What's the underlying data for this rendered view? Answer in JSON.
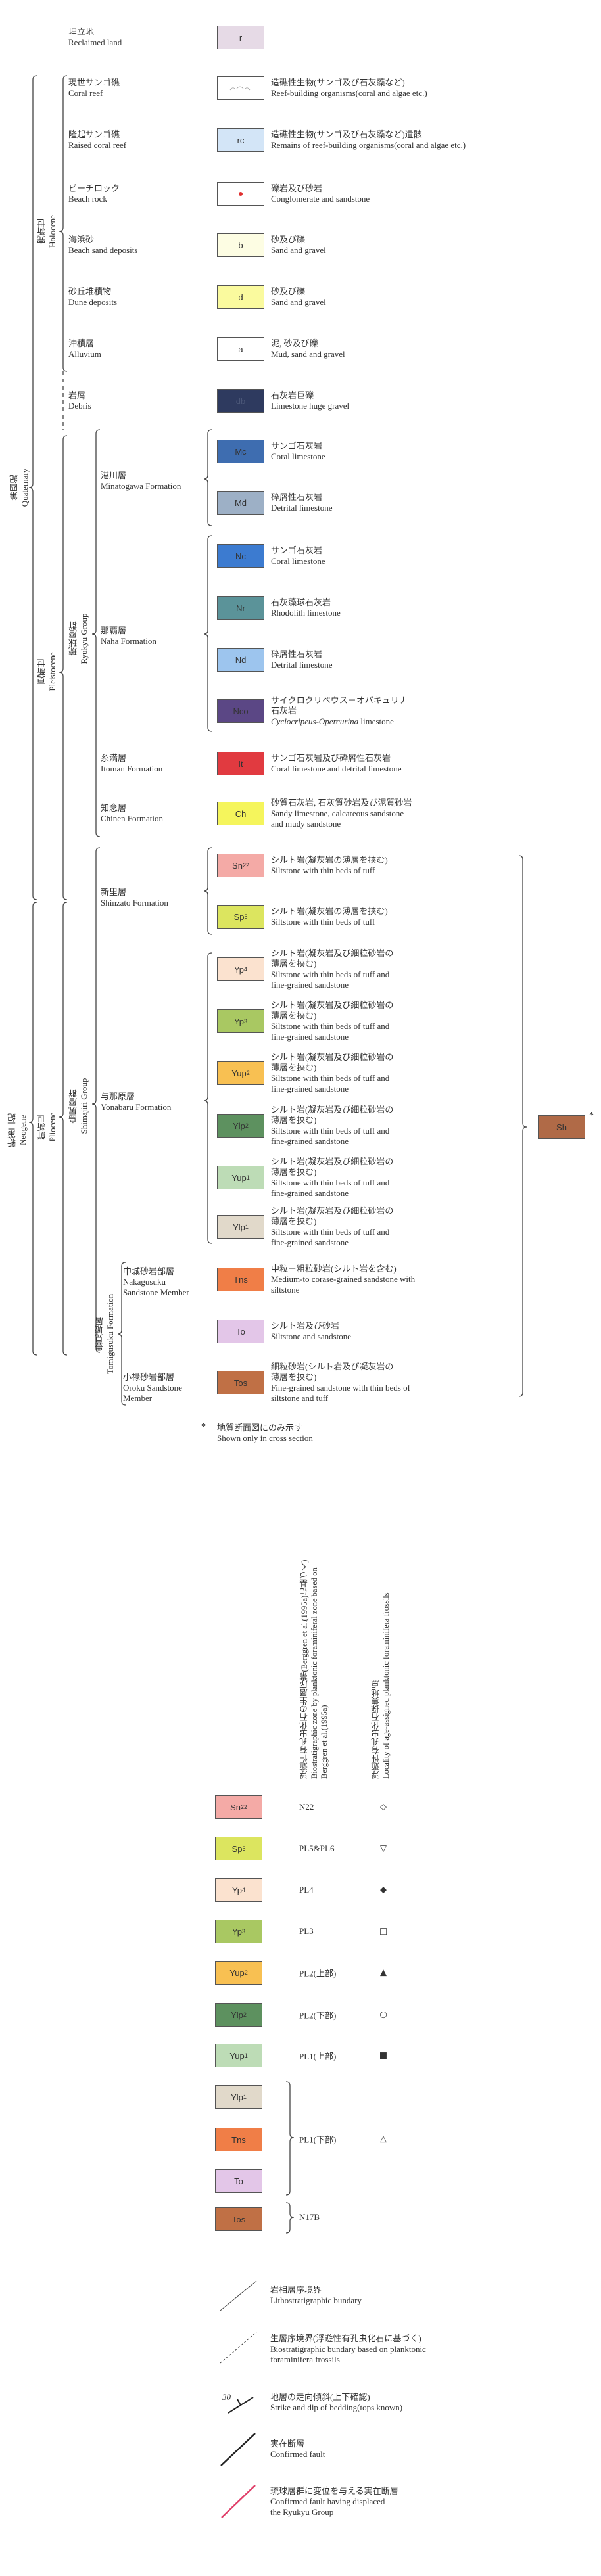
{
  "units": [
    {
      "code": "r",
      "sub": "",
      "color": "#e6dae6",
      "name": {
        "jp": "埋立地",
        "en": "Reclaimed land"
      },
      "desc": null
    },
    {
      "code": "",
      "sub": "",
      "color": "#ffffff",
      "icon": "coral-reef-symbol",
      "name": {
        "jp": "現世サンゴ礁",
        "en": "Coral reef"
      },
      "desc": {
        "jp": [
          "造礁性生物(サンゴ及び石灰藻など)"
        ],
        "en": [
          "Reef-building organisms(coral and algae etc.)"
        ]
      }
    },
    {
      "code": "rc",
      "sub": "",
      "color": "#d3e5f7",
      "name": {
        "jp": "隆起サンゴ礁",
        "en": "Raised coral reef"
      },
      "desc": {
        "jp": [
          "造礁性生物(サンゴ及び石灰藻など)遺骸"
        ],
        "en": [
          "Remains of reef-building organisms(coral and algae etc.)"
        ]
      }
    },
    {
      "code": "",
      "sub": "",
      "color": "#ffffff",
      "icon": "red-dot-symbol",
      "name": {
        "jp": "ビーチロック",
        "en": "Beach rock"
      },
      "desc": {
        "jp": [
          "礫岩及び砂岩"
        ],
        "en": [
          "Conglomerate and sandstone"
        ]
      }
    },
    {
      "code": "b",
      "sub": "",
      "color": "#fdfde3",
      "name": {
        "jp": "海浜砂",
        "en": "Beach sand deposits"
      },
      "desc": {
        "jp": [
          "砂及び礫"
        ],
        "en": [
          "Sand and gravel"
        ]
      }
    },
    {
      "code": "d",
      "sub": "",
      "color": "#fafa9e",
      "name": {
        "jp": "砂丘堆積物",
        "en": "Dune deposits"
      },
      "desc": {
        "jp": [
          "砂及び礫"
        ],
        "en": [
          "Sand and gravel"
        ]
      }
    },
    {
      "code": "a",
      "sub": "",
      "color": "#ffffff",
      "name": {
        "jp": "沖積層",
        "en": "Alluvium"
      },
      "desc": {
        "jp": [
          "泥, 砂及び礫"
        ],
        "en": [
          "Mud, sand and gravel"
        ]
      }
    },
    {
      "code": "db",
      "sub": "",
      "color": "#2e3a5f",
      "name": {
        "jp": "岩屑",
        "en": "Debris"
      },
      "desc": {
        "jp": [
          "石灰岩巨礫"
        ],
        "en": [
          "Limestone huge gravel"
        ]
      }
    },
    {
      "code": "Mc",
      "sub": "",
      "color": "#3e6db0",
      "desc": {
        "jp": [
          "サンゴ石灰岩"
        ],
        "en": [
          "Coral limestone"
        ]
      }
    },
    {
      "code": "Md",
      "sub": "",
      "color": "#9db0c6",
      "desc": {
        "jp": [
          "砕屑性石灰岩"
        ],
        "en": [
          "Detrital limestone"
        ]
      }
    },
    {
      "code": "Nc",
      "sub": "",
      "color": "#3c7bd0",
      "desc": {
        "jp": [
          "サンゴ石灰岩"
        ],
        "en": [
          "Coral limestone"
        ]
      }
    },
    {
      "code": "Nr",
      "sub": "",
      "color": "#5b9399",
      "desc": {
        "jp": [
          "石灰藻球石灰岩"
        ],
        "en": [
          "Rhodolith limestone"
        ]
      }
    },
    {
      "code": "Nd",
      "sub": "",
      "color": "#9dc5ee",
      "desc": {
        "jp": [
          "砕屑性石灰岩"
        ],
        "en": [
          "Detrital limestone"
        ]
      }
    },
    {
      "code": "Nco",
      "sub": "",
      "color": "#5b4785",
      "desc": {
        "jp": [
          "サイクロクリペウス－オパキュリナ",
          "石灰岩"
        ],
        "en_italic": "Cyclocripeus-Opercurina",
        "en": [
          " limestone"
        ]
      }
    },
    {
      "code": "It",
      "sub": "",
      "color": "#e13a40",
      "desc": {
        "jp": [
          "サンゴ石灰岩及び砕屑性石灰岩"
        ],
        "en": [
          "Coral limestone and detrital limestone"
        ]
      }
    },
    {
      "code": "Ch",
      "sub": "",
      "color": "#f5f55c",
      "desc": {
        "jp": [
          "砂質石灰岩, 石灰質砂岩及び泥質砂岩"
        ],
        "en": [
          "Sandy limestone, calcareous sandstone",
          "and mudy sandstone"
        ]
      }
    },
    {
      "code": "Sn",
      "sub": "22",
      "color": "#f4aaa6",
      "desc": {
        "jp": [
          "シルト岩(凝灰岩の薄層を挟む)"
        ],
        "en": [
          "Siltstone with thin beds of tuff"
        ]
      }
    },
    {
      "code": "Sp",
      "sub": "5",
      "color": "#dce55f",
      "desc": {
        "jp": [
          "シルト岩(凝灰岩の薄層を挟む)"
        ],
        "en": [
          "Siltstone with thin beds of tuff"
        ]
      }
    },
    {
      "code": "Yp",
      "sub": "4",
      "color": "#fbe2cf",
      "desc": {
        "jp": [
          "シルト岩(凝灰岩及び細粒砂岩の",
          "薄層を挟む)"
        ],
        "en": [
          "Siltstone with thin beds of tuff and",
          "fine-grained sandstone"
        ]
      }
    },
    {
      "code": "Yp",
      "sub": "3",
      "color": "#a9c862",
      "desc": {
        "jp": [
          "シルト岩(凝灰岩及び細粒砂岩の",
          "薄層を挟む)"
        ],
        "en": [
          "Siltstone with thin beds of tuff and",
          "fine-grained sandstone"
        ]
      }
    },
    {
      "code": "Yup",
      "sub": "2",
      "color": "#f8c052",
      "desc": {
        "jp": [
          "シルト岩(凝灰岩及び細粒砂岩の",
          "薄層を挟む)"
        ],
        "en": [
          "Siltstone with thin beds of tuff and",
          "fine-grained sandstone"
        ]
      }
    },
    {
      "code": "Ylp",
      "sub": "2",
      "color": "#5d915f",
      "desc": {
        "jp": [
          "シルト岩(凝灰岩及び細粒砂岩の",
          "薄層を挟む)"
        ],
        "en": [
          "Siltstone with thin beds of tuff and",
          "fine-grained sandstone"
        ]
      }
    },
    {
      "code": "Yup",
      "sub": "1",
      "color": "#bddcb6",
      "desc": {
        "jp": [
          "シルト岩(凝灰岩及び細粒砂岩の",
          "薄層を挟む)"
        ],
        "en": [
          "Siltstone with thin beds of tuff and",
          "fine-grained sandstone"
        ]
      }
    },
    {
      "code": "Ylp",
      "sub": "1",
      "color": "#e1d9ca",
      "desc": {
        "jp": [
          "シルト岩(凝灰岩及び細粒砂岩の",
          "薄層を挟む)"
        ],
        "en": [
          "Siltstone with thin beds of tuff and",
          "fine-grained sandstone"
        ]
      }
    },
    {
      "code": "Tns",
      "sub": "",
      "color": "#f07e47",
      "desc": {
        "jp": [
          "中粒－粗粒砂岩(シルト岩を含む)"
        ],
        "en": [
          "Medium-to corase-grained sandstone with",
          " siltstone"
        ]
      }
    },
    {
      "code": "To",
      "sub": "",
      "color": "#e3c6e8",
      "desc": {
        "jp": [
          "シルト岩及び砂岩"
        ],
        "en": [
          "Siltstone and sandstone"
        ]
      }
    },
    {
      "code": "Tos",
      "sub": "",
      "color": "#c07045",
      "desc": {
        "jp": [
          "細粒砂岩(シルト岩及び凝灰岩の",
          "薄層を挟む)"
        ],
        "en": [
          "Fine-grained sandstone with thin beds of",
          "siltstone and tuff"
        ]
      }
    }
  ],
  "cross_section_unit": {
    "code": "Sh",
    "color": "#b06a47",
    "mark": "*"
  },
  "formations": [
    {
      "lines": [
        "港川層",
        "Minatogawa Formation"
      ]
    },
    {
      "lines": [
        "那覇層",
        "Naha Formation"
      ]
    },
    {
      "lines": [
        "糸満層",
        "Itoman Formation"
      ]
    },
    {
      "lines": [
        "知念層",
        "Chinen Formation"
      ]
    },
    {
      "lines": [
        "新里層",
        "Shinzato Formation"
      ]
    },
    {
      "lines": [
        "与那原層",
        "Yonabaru Formation"
      ]
    },
    {
      "lines": [
        "中城砂岩部層",
        "Nakagusuku",
        "Sandstone Member"
      ]
    },
    {
      "lines": [
        "小禄砂岩部層",
        "Oroku Sandstone",
        "Member"
      ]
    }
  ],
  "time_units": [
    {
      "jp": "第四紀",
      "en": "Quaternary"
    },
    {
      "jp": "完新世",
      "en": "Holocene"
    },
    {
      "jp": "更新世",
      "en": "Pleistocene"
    },
    {
      "jp": "琉球層群",
      "en": "Ryukyu Group"
    },
    {
      "jp": "新第三紀",
      "en": "Neogene"
    },
    {
      "jp": "鮮新世",
      "en": "Pliocene"
    },
    {
      "jp": "島尻層群",
      "en": "Shimajiri Group"
    },
    {
      "jp": "豊見城層",
      "en": "Tomigusuku Formation"
    }
  ],
  "footnote": {
    "mark": "*",
    "jp": "地質断面図にのみ示す",
    "en": "Shown only in cross section"
  },
  "fossil_table": {
    "headers": [
      {
        "lines": [
          "浮遊性有孔虫化石の生層序帯(Berggren et al.(1995a)に基づく)",
          "Biostratigraphic zone by planktonic foraminiferal zone based on",
          "Berggren et al.(1995a)"
        ]
      },
      {
        "lines": [
          "浮遊性有孔虫化石採集地点",
          "Locality of age-assigned planktonic foraminifera frossils"
        ]
      }
    ],
    "rows": [
      {
        "code": "Sn",
        "sub": "22",
        "color": "#f4aaa6"
      },
      {
        "code": "Sp",
        "sub": "5",
        "color": "#dce55f"
      },
      {
        "code": "Yp",
        "sub": "4",
        "color": "#fbe2cf"
      },
      {
        "code": "Yp",
        "sub": "3",
        "color": "#a9c862"
      },
      {
        "code": "Yup",
        "sub": "2",
        "color": "#f8c052"
      },
      {
        "code": "Ylp",
        "sub": "2",
        "color": "#5d915f"
      },
      {
        "code": "Yup",
        "sub": "1",
        "color": "#bddcb6"
      },
      {
        "code": "Ylp",
        "sub": "1",
        "color": "#e1d9ca"
      },
      {
        "code": "Tns",
        "sub": "",
        "color": "#f07e47"
      },
      {
        "code": "To",
        "sub": "",
        "color": "#e3c6e8"
      },
      {
        "code": "Tos",
        "sub": "",
        "color": "#c07045"
      }
    ],
    "zones": [
      {
        "zone": "N22",
        "symbol": "◇"
      },
      {
        "zone": "PL5&PL6",
        "symbol": "▽"
      },
      {
        "zone": "PL4",
        "symbol": "◆"
      },
      {
        "zone": "PL3",
        "symbol": "□"
      },
      {
        "zone": "PL2(上部)",
        "symbol": "▲"
      },
      {
        "zone": "PL2(下部)",
        "symbol": "○"
      },
      {
        "zone": "PL1(上部)",
        "symbol": "■"
      },
      {
        "zone": "PL1(下部)",
        "symbol": "△"
      },
      {
        "zone": "N17B",
        "symbol": ""
      }
    ]
  },
  "line_symbols": [
    {
      "type": "lithostratigraphic-boundary",
      "jp": "岩相層序境界",
      "en": [
        "Lithostratigraphic bundary"
      ],
      "color": "#444444"
    },
    {
      "type": "biostratigraphic-boundary",
      "jp": "生層序境界(浮遊性有孔虫化石に基づく)",
      "en": [
        "Biostratigraphic bundary based on planktonic",
        "foraminifera frossils"
      ],
      "color": "#444444"
    },
    {
      "type": "strike-dip",
      "jp": "地層の走向傾斜(上下確認)",
      "en": [
        "Strike and dip of bedding(tops known)"
      ],
      "dip": "30",
      "color": "#222222"
    },
    {
      "type": "confirmed-fault",
      "jp": "実在断層",
      "en": [
        "Confirmed fault"
      ],
      "color": "#222222"
    },
    {
      "type": "ryukyu-fault",
      "jp": "琉球層群に変位を与える実在断層",
      "en": [
        "Confirmed  fault having displaced",
        "the Ryukyu Group"
      ],
      "color": "#e0406a"
    }
  ]
}
